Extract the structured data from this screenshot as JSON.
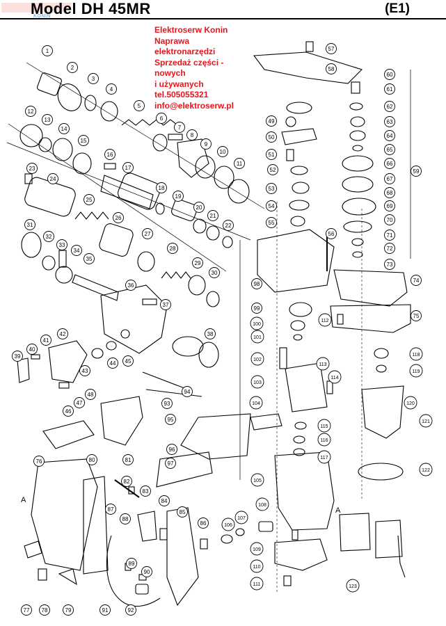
{
  "header": {
    "model_label": "Model",
    "model_name": "DH  45MR",
    "revision": "(E1)"
  },
  "watermark": {
    "logo_text": "KONIN"
  },
  "advert": {
    "lines": [
      "Elektroserw Konin",
      "Naprawa",
      "elektronarzędzi",
      "Sprzedaż części -",
      "nowych",
      "i używanych",
      "tel.505055321",
      "info@elektroserw.pl"
    ]
  },
  "colors": {
    "advert": "#e8141c",
    "ink": "#000000",
    "watermark": "#8fb4d8"
  },
  "section_marker": "A",
  "parts": [
    "1",
    "2",
    "3",
    "4",
    "5",
    "6",
    "7",
    "8",
    "9",
    "10",
    "11",
    "12",
    "13",
    "14",
    "15",
    "16",
    "17",
    "18",
    "19",
    "20",
    "21",
    "22",
    "23",
    "24",
    "25",
    "26",
    "27",
    "28",
    "29",
    "30",
    "31",
    "32",
    "33",
    "34",
    "35",
    "36",
    "37",
    "38",
    "39",
    "40",
    "41",
    "42",
    "43",
    "44",
    "45",
    "46",
    "47",
    "48",
    "49",
    "50",
    "51",
    "52",
    "53",
    "54",
    "55",
    "56",
    "57",
    "58",
    "59",
    "60",
    "61",
    "62",
    "63",
    "64",
    "65",
    "66",
    "67",
    "68",
    "69",
    "70",
    "71",
    "72",
    "73",
    "74",
    "75",
    "76",
    "77",
    "78",
    "79",
    "80",
    "81",
    "82",
    "83",
    "84",
    "85",
    "86",
    "87",
    "88",
    "89",
    "90",
    "91",
    "92",
    "93",
    "94",
    "95",
    "96",
    "97",
    "98",
    "99",
    "100",
    "101",
    "102",
    "103",
    "104",
    "105",
    "106",
    "107",
    "108",
    "109",
    "110",
    "111",
    "112",
    "113",
    "114",
    "115",
    "116",
    "117",
    "118",
    "119",
    "120",
    "121",
    "122",
    "123"
  ]
}
